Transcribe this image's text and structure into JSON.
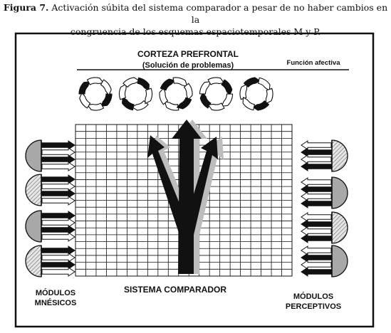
{
  "caption": {
    "label": "Figura 7.",
    "line1": "Activación súbita del sistema comparador a pesar de no haber cambios en la",
    "line2": "congruencia de los esquemas espaciotemporales M y P."
  },
  "labels": {
    "cortex_title": "CORTEZA PREFRONTAL",
    "cortex_subtitle": "(Solución de problemas)",
    "affective": "Función afectiva",
    "comparator": "SISTEMA COMPARADOR",
    "left_line1": "MÓDULOS",
    "left_line2": "MNÉSICOS",
    "right_line1": "MÓDULOS",
    "right_line2": "PERCEPTIVOS"
  },
  "cortex_circles": 5,
  "left_modules": 4,
  "right_modules": 4,
  "colors": {
    "ink": "#111111",
    "module_gray": "#a8a8a8",
    "hatch": "#cfcfcf",
    "shadow": "#bdbdbd"
  }
}
